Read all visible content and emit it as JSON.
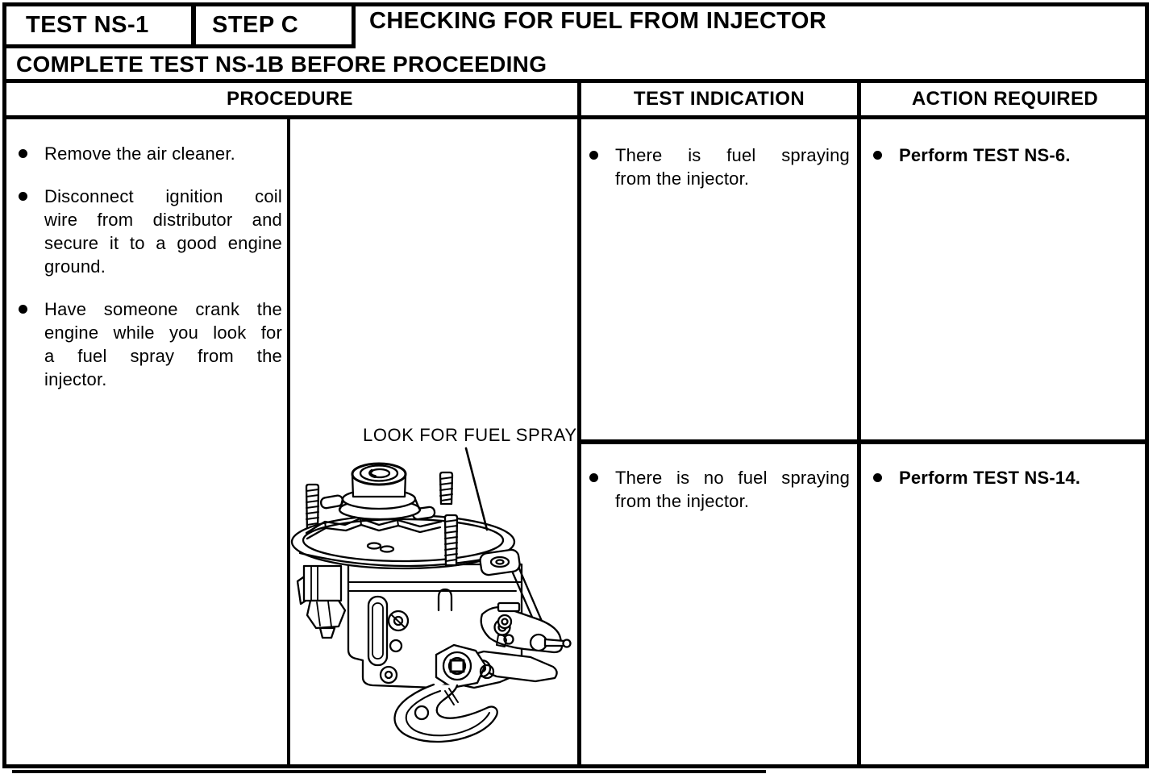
{
  "page": {
    "header": {
      "test_label": "TEST NS-1",
      "step_label": "STEP C",
      "title": "CHECKING FOR FUEL FROM INJECTOR",
      "prerequisite": "COMPLETE TEST NS-1B BEFORE PROCEEDING"
    },
    "columns": {
      "procedure": "PROCEDURE",
      "test_indication": "TEST INDICATION",
      "action_required": "ACTION REQUIRED"
    },
    "procedure": {
      "steps": [
        {
          "lines": [
            "Remove the air cleaner."
          ]
        },
        {
          "lines": [
            "Disconnect ignition coil",
            "wire from distributor and",
            "secure it to a good engine",
            "ground."
          ]
        },
        {
          "lines": [
            "Have someone crank the",
            "engine while you look for",
            "a fuel spray from the",
            "injector."
          ]
        }
      ],
      "figure_label": "LOOK FOR FUEL SPRAY"
    },
    "rows": [
      {
        "indication_lines": [
          "There is fuel spraying",
          "from the injector."
        ],
        "action": "Perform TEST NS-6."
      },
      {
        "indication_lines": [
          "There is no fuel spraying",
          "from the injector."
        ],
        "action": "Perform TEST NS-14."
      }
    ],
    "colors": {
      "ink": "#000000",
      "paper": "#ffffff"
    }
  }
}
